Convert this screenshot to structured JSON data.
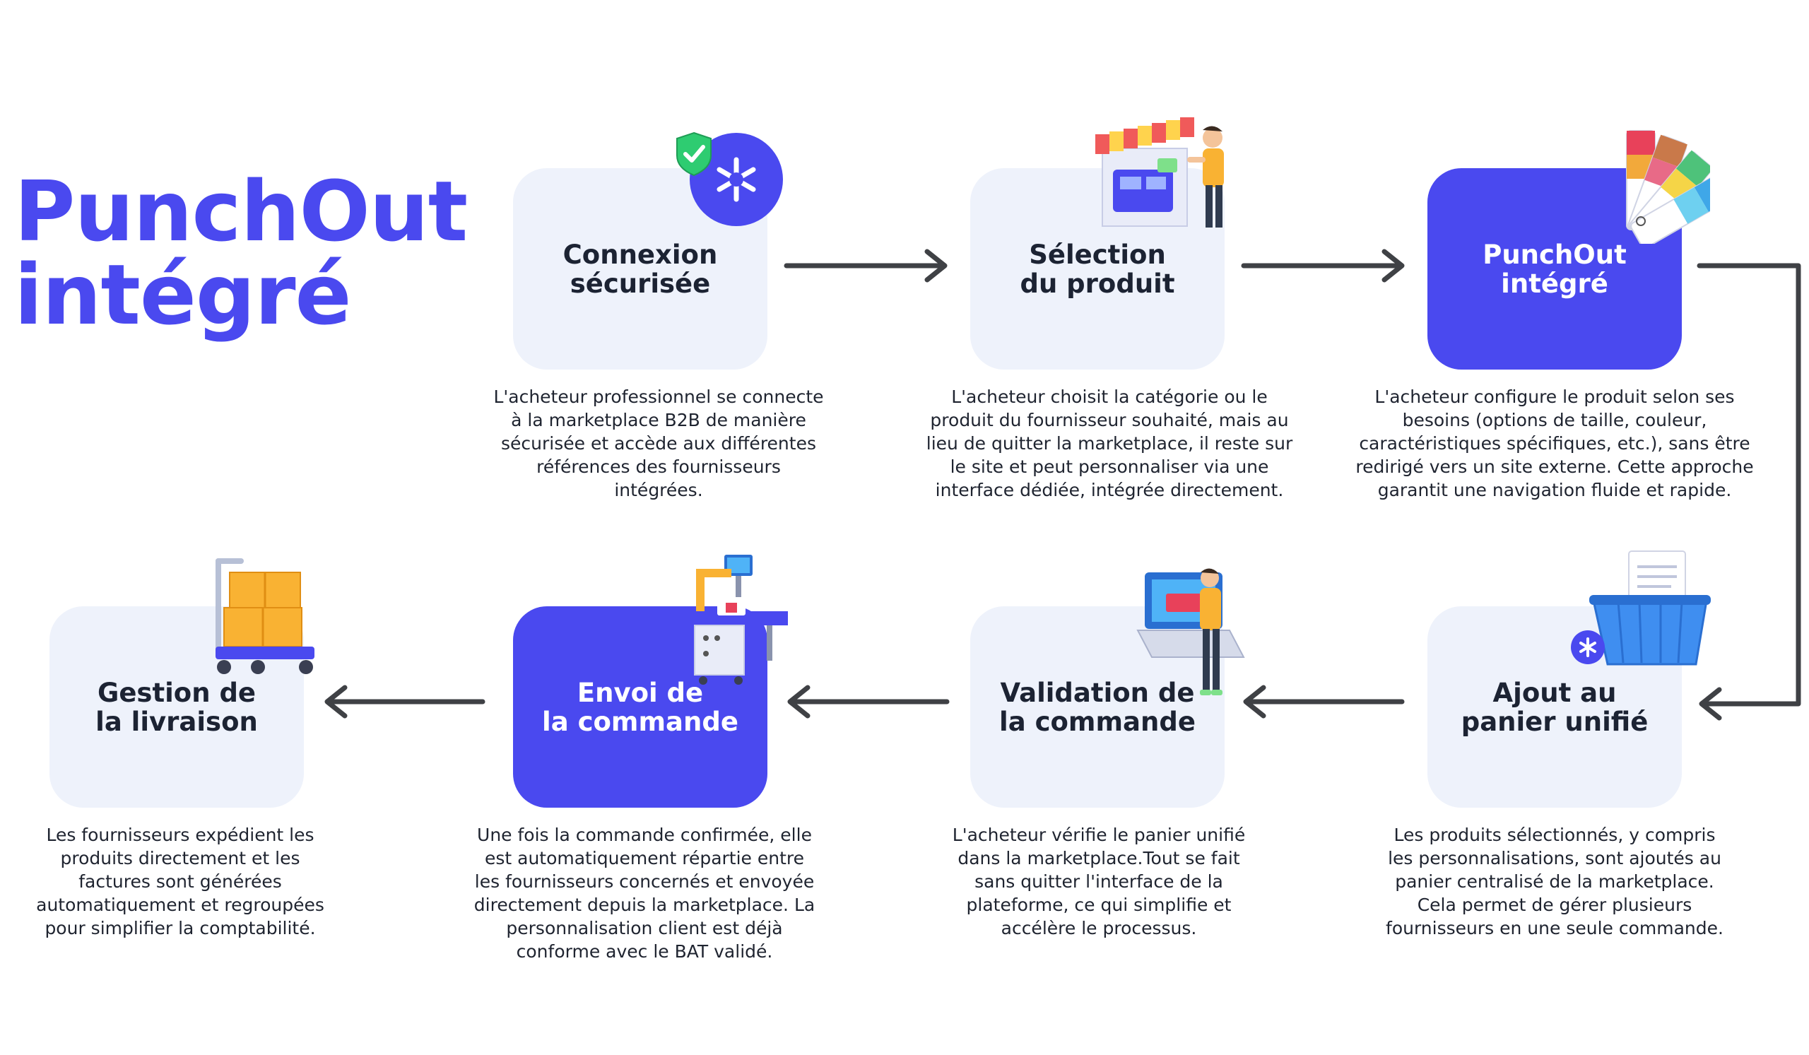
{
  "title": {
    "line1": "PunchOut",
    "line2": "intégré"
  },
  "steps": [
    {
      "label": "Connexion\nsécurisée",
      "desc": "L'acheteur professionnel se connecte\nà la marketplace B2B de manière\nsécurisée et accède aux différentes\nréférences des fournisseurs\nintégrées."
    },
    {
      "label": "Sélection\ndu produit",
      "desc": "L'acheteur choisit la catégorie ou le\nproduit du fournisseur souhaité, mais au\nlieu de quitter la marketplace, il reste sur\nle site et peut personnaliser via une\ninterface dédiée, intégrée directement."
    },
    {
      "label": "PunchOut\nintégré",
      "desc": "L'acheteur configure le produit selon ses\nbesoins (options de taille, couleur,\ncaractéristiques spécifiques, etc.), sans être\nredirigé vers un site externe. Cette approche\ngarantit une navigation fluide et rapide."
    },
    {
      "label": "Ajout au\npanier unifié",
      "desc": "Les produits sélectionnés, y compris\nles personnalisations, sont ajoutés au\npanier centralisé de la marketplace.\nCela permet de gérer plusieurs\nfournisseurs en une seule commande."
    },
    {
      "label": "Validation de\nla commande",
      "desc": "L'acheteur vérifie le panier unifié\ndans la marketplace.Tout se fait\nsans quitter l'interface de la\nplateforme, ce qui simplifie et\naccélère le processus."
    },
    {
      "label": "Envoi de\nla commande",
      "desc": "Une fois la commande confirmée, elle\nest automatiquement répartie entre\nles fournisseurs concernés et envoyée\ndirectement depuis la marketplace. La\npersonnalisation client est déjà\nconforme avec le BAT validé."
    },
    {
      "label": "Gestion de\nla livraison",
      "desc": "Les fournisseurs expédient les\nproduits directement et les\nfactures sont générées\nautomatiquement et regroupées\npour simplifier la comptabilité."
    }
  ],
  "colors": {
    "accent": "#4a49ef",
    "box": "#eef2fb",
    "arrow": "#3f4145",
    "text": "#1f2430"
  },
  "icons": [
    "shield-check-icon",
    "store-person-icon",
    "color-swatch-icon",
    "shopping-basket-icon",
    "laptop-payment-icon",
    "printer-machine-icon",
    "delivery-trolley-icon"
  ]
}
